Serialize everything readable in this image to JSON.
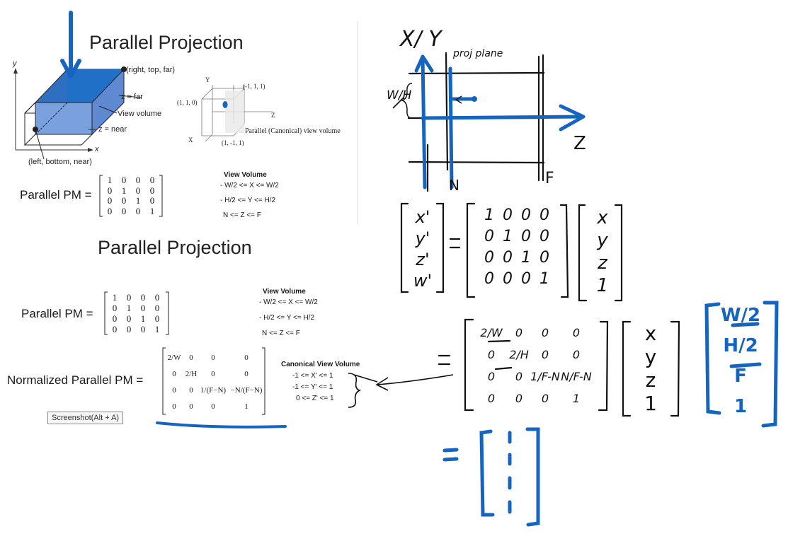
{
  "slide_top": {
    "title": "Parallel Projection",
    "label_right_top_far": "(right, top,   far)",
    "label_z_far": "z =   far",
    "label_view_volume": "View volume",
    "label_z_near": "z =   near",
    "label_left_bottom_near": "(left, bottom,   near)",
    "axis_y": "y",
    "axis_x": "x",
    "canon_label_y": "Y",
    "canon_label_x": "X",
    "canon_label_z": "Z",
    "canon_pt_top": "(-1, 1, 1)",
    "canon_pt_left": "(1, 1, 0)",
    "canon_pt_bottom": "(1, -1, 1)",
    "canon_caption": "Parallel (Canonical) view volume",
    "pm_label": "Parallel PM =",
    "identity_matrix": [
      "1",
      "0",
      "0",
      "0",
      "0",
      "1",
      "0",
      "0",
      "0",
      "0",
      "1",
      "0",
      "0",
      "0",
      "0",
      "1"
    ],
    "view_volume_title": "View Volume",
    "vv_line1": "- W/2 <= X <= W/2",
    "vv_line2": "- H/2 <= Y <= H/2",
    "vv_line3": "N <= Z <= F"
  },
  "slide_bottom": {
    "title": "Parallel Projection",
    "pm_label": "Parallel PM =",
    "identity_matrix": [
      "1",
      "0",
      "0",
      "0",
      "0",
      "1",
      "0",
      "0",
      "0",
      "0",
      "1",
      "0",
      "0",
      "0",
      "0",
      "1"
    ],
    "view_volume_title": "View Volume",
    "vv_line1": "- W/2 <= X <= W/2",
    "vv_line2": "- H/2 <= Y <= H/2",
    "vv_line3": "N <= Z <= F",
    "norm_label": "Normalized Parallel PM =",
    "norm_matrix": [
      "2/W",
      "0",
      "0",
      "0",
      "0",
      "2/H",
      "0",
      "0",
      "0",
      "0",
      "1/(F−N)",
      "−N/(F−N)",
      "0",
      "0",
      "0",
      "1"
    ],
    "canon_title": "Canonical View Volume",
    "cv_line1": "-1 <= X' <= 1",
    "cv_line2": "-1 <= Y' <= 1",
    "cv_line3": "0 <= Z' <= 1",
    "tooltip": "Screenshot(Alt + A)"
  },
  "handwritten": {
    "axis_xy": "X/ Y",
    "proj_plane": "proj plane",
    "wh": "W/H",
    "axis_z": "Z",
    "label_n": "N",
    "label_f": "F",
    "lhs_vector": [
      "x'",
      "y'",
      "z'",
      "w'"
    ],
    "matrix1": [
      "1",
      "0",
      "0",
      "0",
      "0",
      "1",
      "0",
      "0",
      "0",
      "0",
      "1",
      "0",
      "0",
      "0",
      "0",
      "1"
    ],
    "vector_xyz1": [
      "x",
      "y",
      "z",
      "1"
    ],
    "matrix2": [
      "2/W",
      "0",
      "0",
      "0",
      "0",
      "2/H",
      "0",
      "0",
      "0",
      "0",
      "1/F-N",
      "N/F-N",
      "0",
      "0",
      "0",
      "1"
    ],
    "vector2": [
      "x",
      "y",
      "z",
      "1"
    ],
    "blue_vector": [
      "W/2",
      "H/2",
      "F",
      "1"
    ]
  },
  "colors": {
    "ink_blue": "#1565c0",
    "ink_black": "#111111",
    "volume_fill": "#6f95d8",
    "volume_top": "#2f6fc2"
  }
}
